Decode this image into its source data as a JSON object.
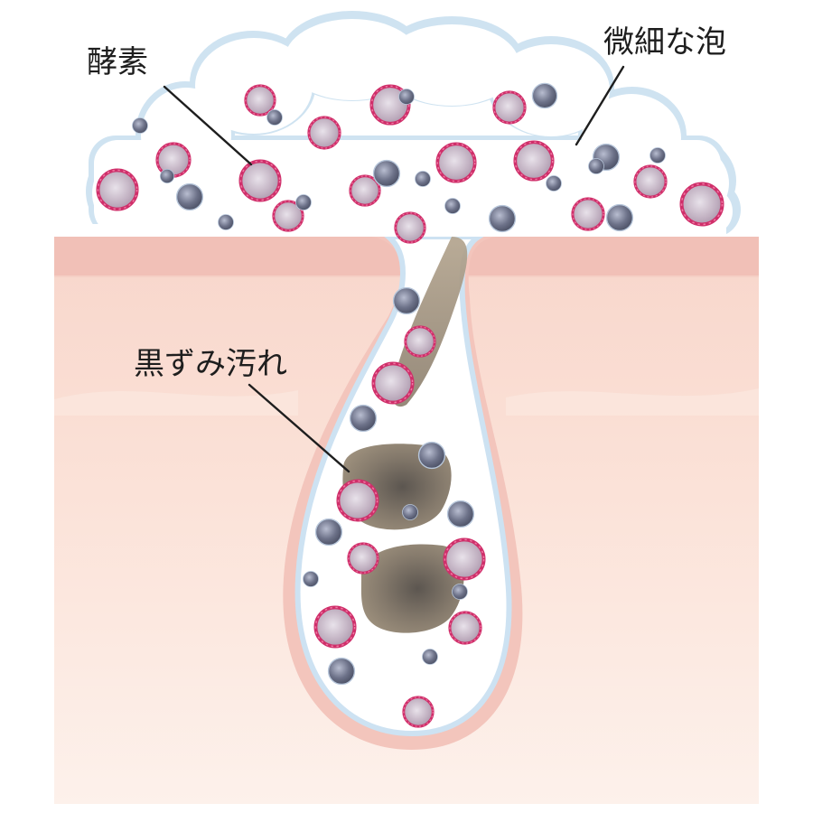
{
  "labels": {
    "enzyme": "酵素",
    "fine_foam": "微細な泡",
    "blackhead_dirt": "黒ずみ汚れ"
  },
  "colors": {
    "skin_top": "#f1c0b8",
    "skin_body": "#fbe4da",
    "skin_deep": "#fdf0ea",
    "foam": "#ffffff",
    "foam_edge": "#cfe3f1",
    "enzyme_ring": "#d2326e",
    "enzyme_core": "#c4b4c4",
    "dirt_particle": "#4d5268",
    "dirt_blob": "#877b6c"
  }
}
